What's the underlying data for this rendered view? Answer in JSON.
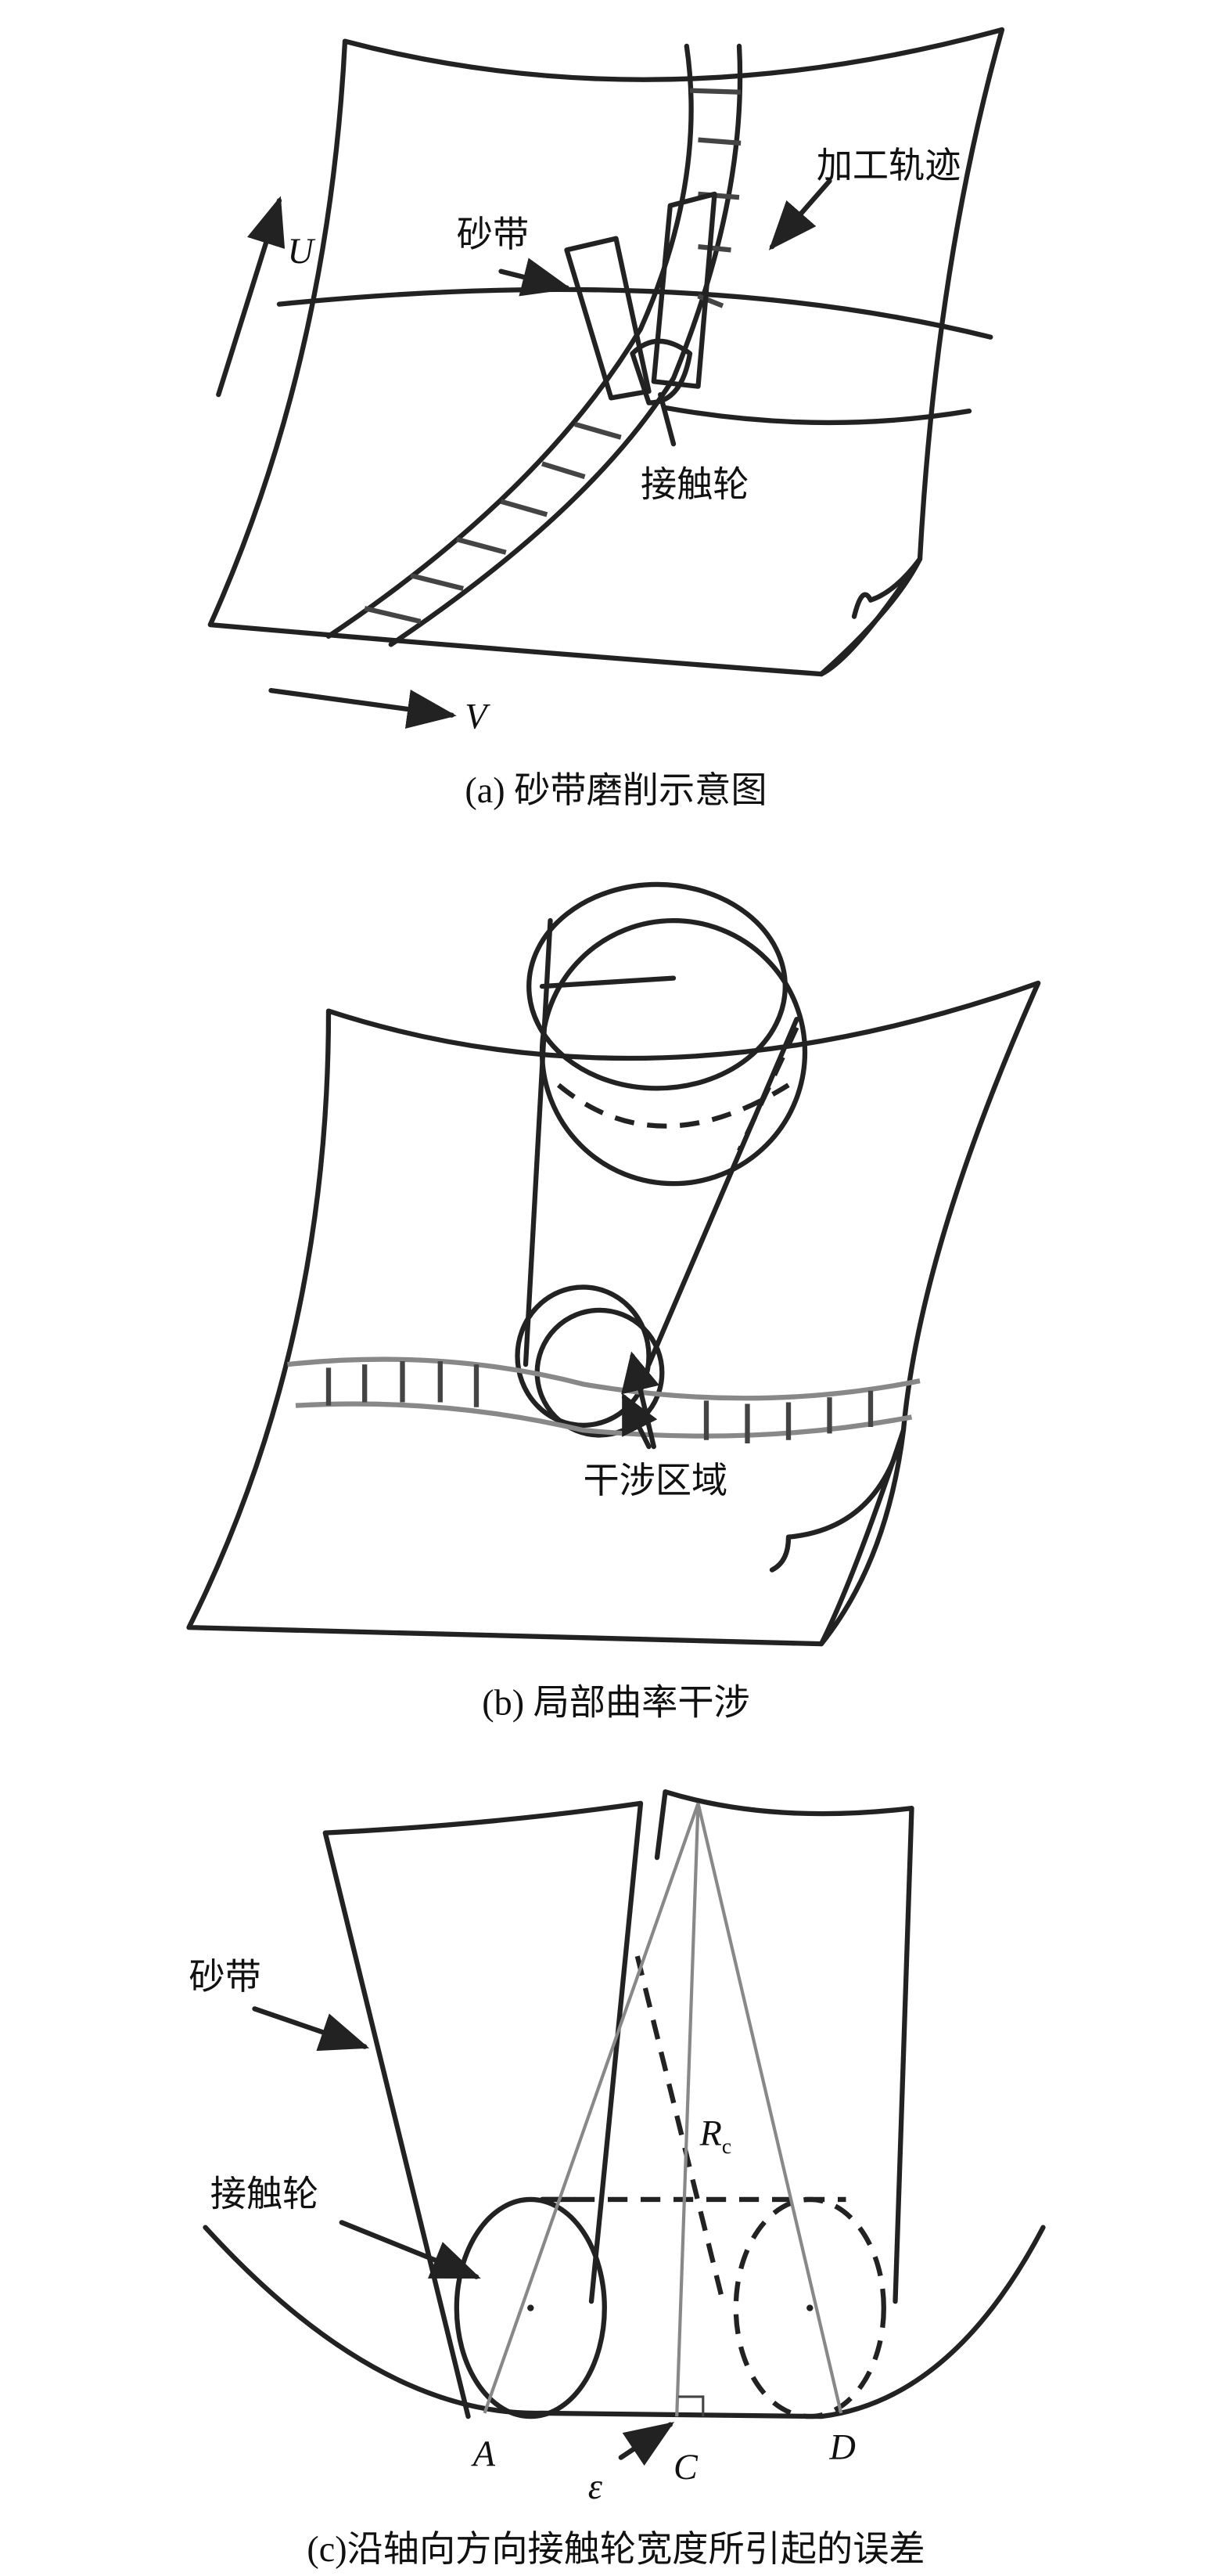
{
  "panel_a": {
    "label_track": "加工轨迹",
    "label_belt": "砂带",
    "label_wheel": "接触轮",
    "axis_u": "U",
    "axis_v": "V",
    "caption": "(a) 砂带磨削示意图"
  },
  "panel_b": {
    "label_interference": "干涉区域",
    "caption": "(b) 局部曲率干涉"
  },
  "panel_c": {
    "label_belt": "砂带",
    "label_wheel": "接触轮",
    "label_r": "R",
    "label_r_sub": "c",
    "point_a": "A",
    "point_c": "C",
    "point_d": "D",
    "epsilon": "ε",
    "caption": "(c)沿轴向方向接触轮宽度所引起的误差"
  }
}
